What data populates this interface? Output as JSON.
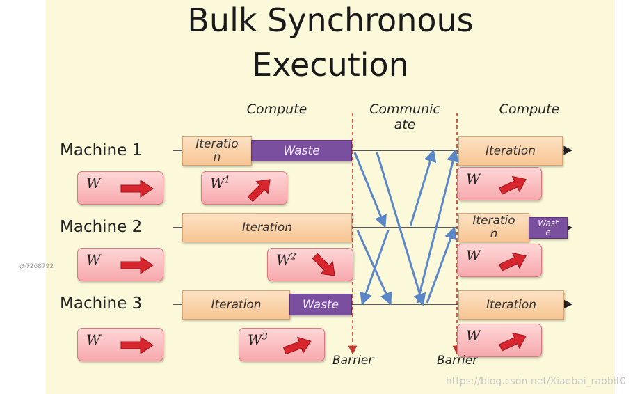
{
  "title_line1": "Bulk Synchronous",
  "title_line2": "Execution",
  "headers": {
    "compute_left": "Compute",
    "communicate": "Communic\nate",
    "compute_right": "Compute"
  },
  "machines": [
    {
      "label": "Machine 1",
      "left_iteration": "Iteratio\nn",
      "left_waste": "Waste",
      "right_iteration": "Iteration",
      "w_static": "W",
      "w_local": "W",
      "w_local_sup": "1",
      "w_right": "W"
    },
    {
      "label": "Machine 2",
      "left_iteration": "Iteration",
      "right_iteration": "Iteratio\nn",
      "right_waste": "Wast\ne",
      "w_static": "W",
      "w_local": "W",
      "w_local_sup": "2",
      "w_right": "W"
    },
    {
      "label": "Machine 3",
      "left_iteration": "Iteration",
      "left_waste": "Waste",
      "right_iteration": "Iteration",
      "w_static": "W",
      "w_local": "W",
      "w_local_sup": "3",
      "w_right": "W"
    }
  ],
  "barrier_left": "Barrier",
  "barrier_right": "Barrier",
  "watermark_left": "@7268792",
  "watermark_right": "https://blog.csdn.net/Xiaobai_rabbit0",
  "colors": {
    "iteration": "#f7c592",
    "waste": "#7b4fa0",
    "w_box": "#f6a9ad",
    "w_arrow": "#d8262e",
    "comm_arrow": "#5b86c8",
    "barrier": "#c0392b"
  }
}
